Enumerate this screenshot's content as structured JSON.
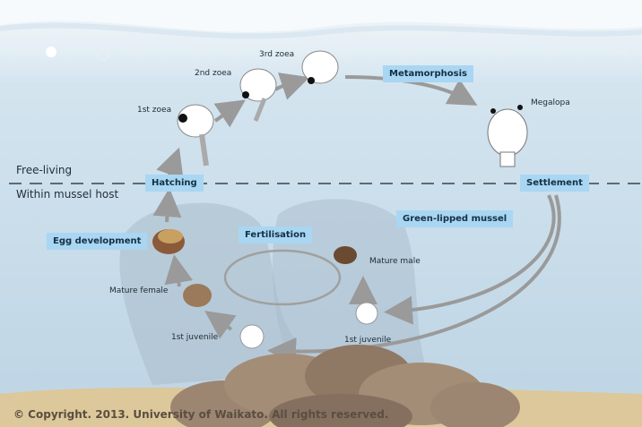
{
  "zones": {
    "upper": "Free-living",
    "lower": "Within mussel host"
  },
  "process_boxes": {
    "hatching": "Hatching",
    "metamorphosis": "Metamorphosis",
    "settlement": "Settlement",
    "egg_development": "Egg development",
    "fertilisation": "Fertilisation",
    "host": "Green-lipped mussel"
  },
  "stages": {
    "zoea1": "1st zoea",
    "zoea2": "2nd zoea",
    "zoea3": "3rd zoea",
    "megalopa": "Megalopa",
    "mature_male": "Mature male",
    "mature_female": "Mature female",
    "juvenile_left": "1st juvenile",
    "juvenile_right": "1st juvenile"
  },
  "footer": {
    "copyright": "© Copyright. 2013. University of Waikato. All rights reserved."
  },
  "colors": {
    "water": "#c9dcea",
    "label_box": "#a9d6f2",
    "arrow": "#9a9a9a",
    "rock": "#9c8672",
    "sand": "#dcc89a"
  }
}
